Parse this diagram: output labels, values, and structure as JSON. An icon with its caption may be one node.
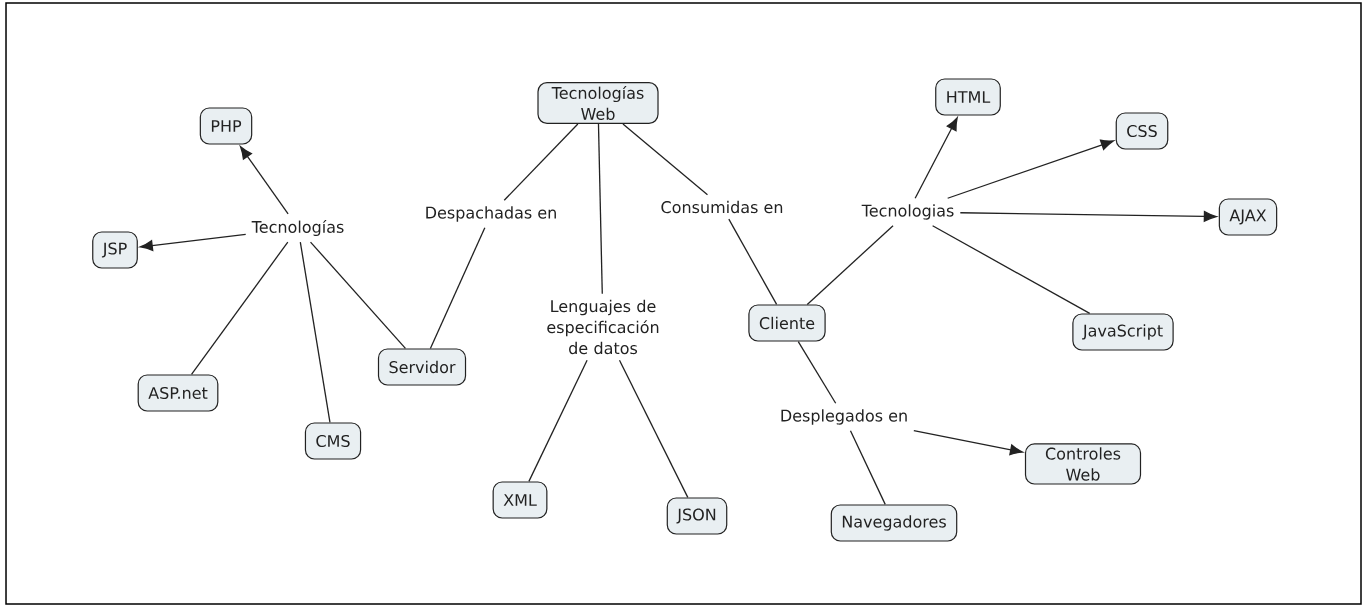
{
  "diagram": {
    "nodes": [
      {
        "text": [
          "Tecnologías Web"
        ]
      },
      {
        "text": [
          "PHP"
        ]
      },
      {
        "text": [
          "HTML"
        ]
      },
      {
        "text": [
          "CSS"
        ]
      },
      {
        "text": [
          "Tecnologías"
        ]
      },
      {
        "text": [
          "Despachadas en"
        ]
      },
      {
        "text": [
          "Consumidas en"
        ]
      },
      {
        "text": [
          "Tecnologias"
        ]
      },
      {
        "text": [
          "AJAX"
        ]
      },
      {
        "text": [
          "JSP"
        ]
      },
      {
        "text": [
          "Lenguajes de especificación de datos"
        ]
      },
      {
        "text": [
          "Cliente"
        ]
      },
      {
        "text": [
          "JavaScript"
        ]
      },
      {
        "text": [
          "Servidor"
        ]
      },
      {
        "text": [
          "ASP.net"
        ]
      },
      {
        "text": [
          "CMS"
        ]
      },
      {
        "text": [
          "Desplegados en"
        ]
      },
      {
        "text": [
          "Controles Web"
        ]
      },
      {
        "text": [
          "XML"
        ]
      },
      {
        "text": [
          "JSON"
        ]
      },
      {
        "text": [
          "Navegadores"
        ]
      }
    ],
    "edges": [
      {
        "from": 0,
        "to": 5,
        "arrow": "none"
      },
      {
        "from": 5,
        "to": 13,
        "arrow": "none"
      },
      {
        "from": 0,
        "to": 10,
        "arrow": "none"
      },
      {
        "from": 10,
        "to": 18,
        "arrow": "none"
      },
      {
        "from": 10,
        "to": 19,
        "arrow": "none"
      },
      {
        "from": 0,
        "to": 6,
        "arrow": "none"
      },
      {
        "from": 6,
        "to": 11,
        "arrow": "none"
      },
      {
        "from": 11,
        "to": 7,
        "arrow": "none"
      },
      {
        "from": 7,
        "to": 2,
        "arrow": "to"
      },
      {
        "from": 7,
        "to": 3,
        "arrow": "to"
      },
      {
        "from": 7,
        "to": 8,
        "arrow": "to"
      },
      {
        "from": 7,
        "to": 12,
        "arrow": "none"
      },
      {
        "from": 11,
        "to": 16,
        "arrow": "none"
      },
      {
        "from": 16,
        "to": 17,
        "arrow": "to"
      },
      {
        "from": 16,
        "to": 20,
        "arrow": "none"
      },
      {
        "from": 13,
        "to": 4,
        "arrow": "none"
      },
      {
        "from": 4,
        "to": 1,
        "arrow": "to"
      },
      {
        "from": 4,
        "to": 9,
        "arrow": "to"
      },
      {
        "from": 4,
        "to": 14,
        "arrow": "none"
      },
      {
        "from": 4,
        "to": 15,
        "arrow": "none"
      }
    ]
  }
}
